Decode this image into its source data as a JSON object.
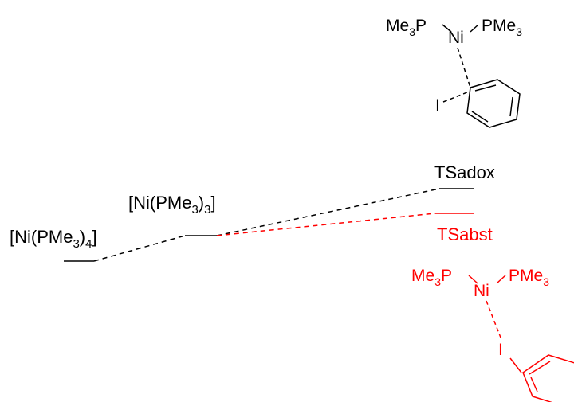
{
  "colors": {
    "adox": "#000000",
    "abst": "#ff0000",
    "background": "#ffffff"
  },
  "levels": {
    "ni4": {
      "label_main": "[Ni(PMe",
      "label_sub": "3",
      "label_tail": ")",
      "label_sub2": "4",
      "label_end": "]"
    },
    "ni3": {
      "label_main": "[Ni(PMe",
      "label_sub": "3",
      "label_tail": ")",
      "label_sub2": "3",
      "label_end": "]"
    },
    "ts_adox": {
      "label": "TSadox"
    },
    "ts_abst": {
      "label": "TSabst"
    }
  },
  "structures": {
    "adox": {
      "ligand_left_main": "Me",
      "ligand_left_sub": "3",
      "ligand_left_end": "P",
      "metal": "Ni",
      "ligand_right_main": "PMe",
      "ligand_right_sub": "3",
      "halogen": "I"
    },
    "abst": {
      "ligand_left_main": "Me",
      "ligand_left_sub": "3",
      "ligand_left_end": "P",
      "metal": "Ni",
      "ligand_right_main": "PMe",
      "ligand_right_sub": "3",
      "halogen": "I"
    }
  }
}
